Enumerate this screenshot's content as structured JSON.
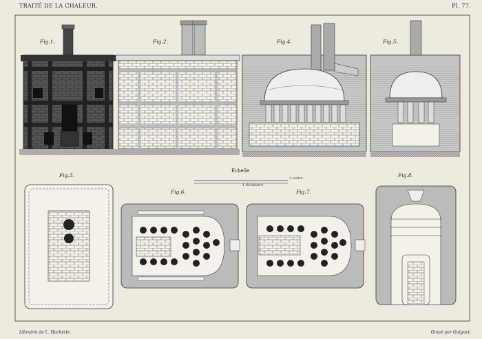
{
  "header": {
    "title": "TRAITÉ DE LA CHALEUR.",
    "plate": "Pl. 77."
  },
  "figures": {
    "fig1": "Fig.1.",
    "fig2": "Fig.2.",
    "fig3": "Fig.3.",
    "fig4": "Fig.4.",
    "fig5": "Fig.5.",
    "fig6": "Fig.6.",
    "fig7": "Fig.7.",
    "fig8": "Fig.8."
  },
  "scale": {
    "title": "Echelle",
    "unit1": "1 mètre",
    "unit2": "1 décimètre"
  },
  "footer": {
    "left": "Librairie de L. Hachette.",
    "right": "Gravé par Guignet."
  }
}
